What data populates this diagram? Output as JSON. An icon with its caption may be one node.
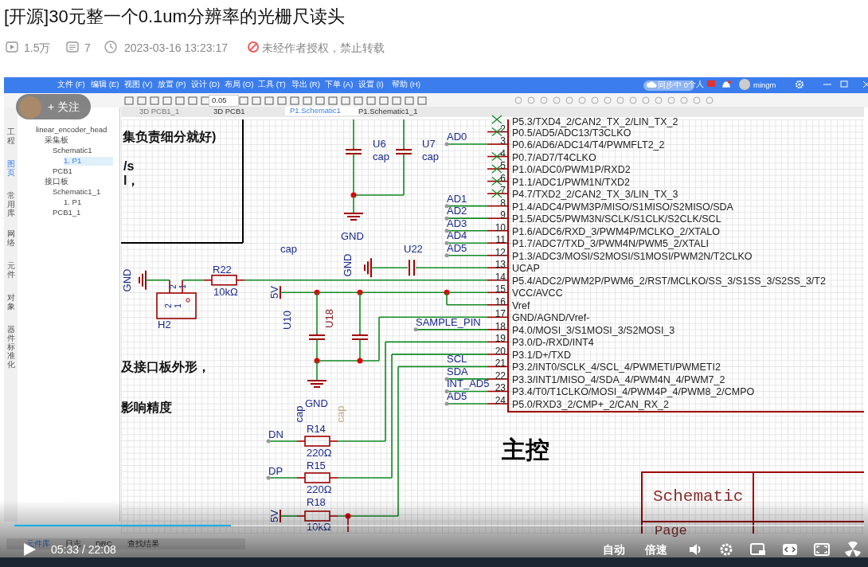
{
  "diagram": {
    "title": "[开源]30元整一个0.1um分辨率的光栅尺读头",
    "labels": [
      "1.5万",
      "7",
      "2023-03-16 13:23:17",
      "未经作者授权，禁止转载",
      "文件 (F)",
      "编辑 (E)",
      "视图 (V)",
      "放置 (P)",
      "设计 (D)",
      "布局 (O)",
      "工具 (T)",
      "导出 (R)",
      "下单 (A)",
      "设置 (I)",
      "帮助 (H)",
      "同步中 0",
      "个人",
      "mingm",
      "+ 关注",
      "0.05",
      "3D PCB1_1",
      "3D PCB1",
      "P1.Schematic1",
      "P1.Schematic1_1",
      "工程",
      "图页",
      "常用库",
      "网络",
      "元件",
      "对象",
      "器件标准化",
      "linear_encoder_head",
      "采集板",
      "Schematic1",
      "1. P1",
      "PCB1",
      "接口板",
      "Schematic1_1",
      "1. P1",
      "PCB1_1",
      "集负责细分就好)",
      "/s",
      "l，",
      "U6",
      "cap",
      "U7",
      "cap",
      "AD0",
      "GND",
      "cap",
      "U22",
      "GND",
      "AD1",
      "AD2",
      "AD3",
      "AD4",
      "AD5",
      "GND",
      "R22",
      "2",
      "1",
      "10kΩ",
      "5V",
      "2",
      "1",
      "H2",
      "U10",
      "U18",
      "SAMPLE_PIN",
      "及接口板外形，",
      "SCL",
      "SDA",
      "INT_AD5",
      "AD5",
      "GND",
      "cap",
      "cap",
      "影响精度",
      "DN",
      "R14",
      "220Ω",
      "DP",
      "R15",
      "220Ω",
      "5V",
      "R18",
      "10kΩ",
      "P5.3/TXD4_2/CAN2_TX_2/LIN_TX_2",
      "2",
      "P0.5/AD5/ADC13/T3CLKO",
      "3",
      "P0.6/AD6/ADC14/T4/PWMFLT2_2",
      "4",
      "P0.7/AD7/T4CLKO",
      "5",
      "P1.0/ADC0/PWM1P/RXD2",
      "6",
      "P1.1/ADC1/PWM1N/TXD2",
      "7",
      "P4.7/TXD2_2/CAN2_TX_3/LIN_TX_3",
      "8",
      "P1.4/ADC4/PWM3P/MISO/S1MISO/S2MISO/SDA",
      "9",
      "P1.5/ADC5/PWM3N/SCLK/S1CLK/S2CLK/SCL",
      "10",
      "P1.6/ADC6/RXD_3/PWM4P/MCLKO_2/XTALO",
      "11",
      "P1.7/ADC7/TXD_3/PWM4N/PWM5_2/XTALI",
      "12",
      "P1.3/ADC3/MOSI/S2MOSI/S1MOSI/PWM2N/T2CLKO",
      "13",
      "UCAP",
      "14",
      "P5.4/ADC2/PWM2P/PWM6_2/RST/MCLKO/SS_3/S1SS_3/S2SS_3/T2",
      "15",
      "VCC/AVCC",
      "16",
      "Vref",
      "17",
      "GND/AGND/Vref-",
      "18",
      "P4.0/MOSI_3/S1MOSI_3/S2MOSI_3",
      "19",
      "P3.0/D-/RXD/INT4",
      "20",
      "P3.1/D+/TXD",
      "21",
      "P3.2/INT0/SCLK_4/SCL_4/PWMETI/PWMETI2",
      "22",
      "P3.3/INT1/MISO_4/SDA_4/PWM4N_4/PWM7_2",
      "23",
      "P3.4/T0/T1CLKO/MOSI_4/PWM4P_4/PWM8_2/CMPO",
      "24",
      "P5.0/RXD3_2/CMP+_2/CAN_RX_2",
      "主控",
      "Schematic",
      "Page",
      "元件库",
      "日志",
      "DRC",
      "查找结果",
      "05:33 / 22:08",
      "自动",
      "倍速"
    ]
  }
}
